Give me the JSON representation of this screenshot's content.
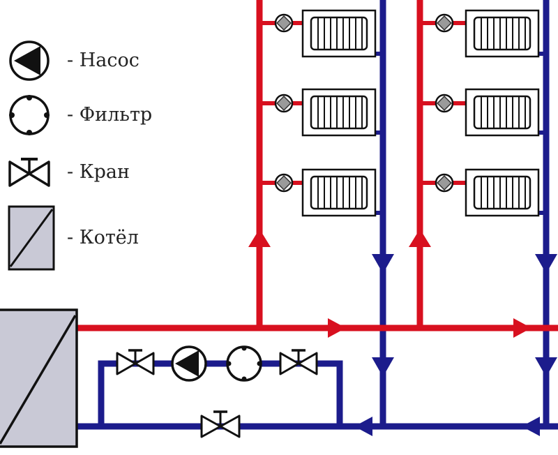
{
  "legend": {
    "pump": "- Насос",
    "filter": "- Фильтр",
    "valve": "- Кран",
    "boiler": "- Котёл"
  },
  "colors": {
    "supply": "#d8101f",
    "return": "#1c1c8c",
    "outline": "#111111",
    "boiler_fill": "#c9c9d6",
    "thermo_valve": "#9a9a9a",
    "background": "#ffffff"
  },
  "icons": [
    "pump-icon",
    "filter-icon",
    "valve-icon",
    "boiler-icon",
    "radiator-icon",
    "thermostatic-valve-icon",
    "flow-arrow-icon"
  ],
  "structure": {
    "risers": 2,
    "radiators_per_riser": 3
  }
}
